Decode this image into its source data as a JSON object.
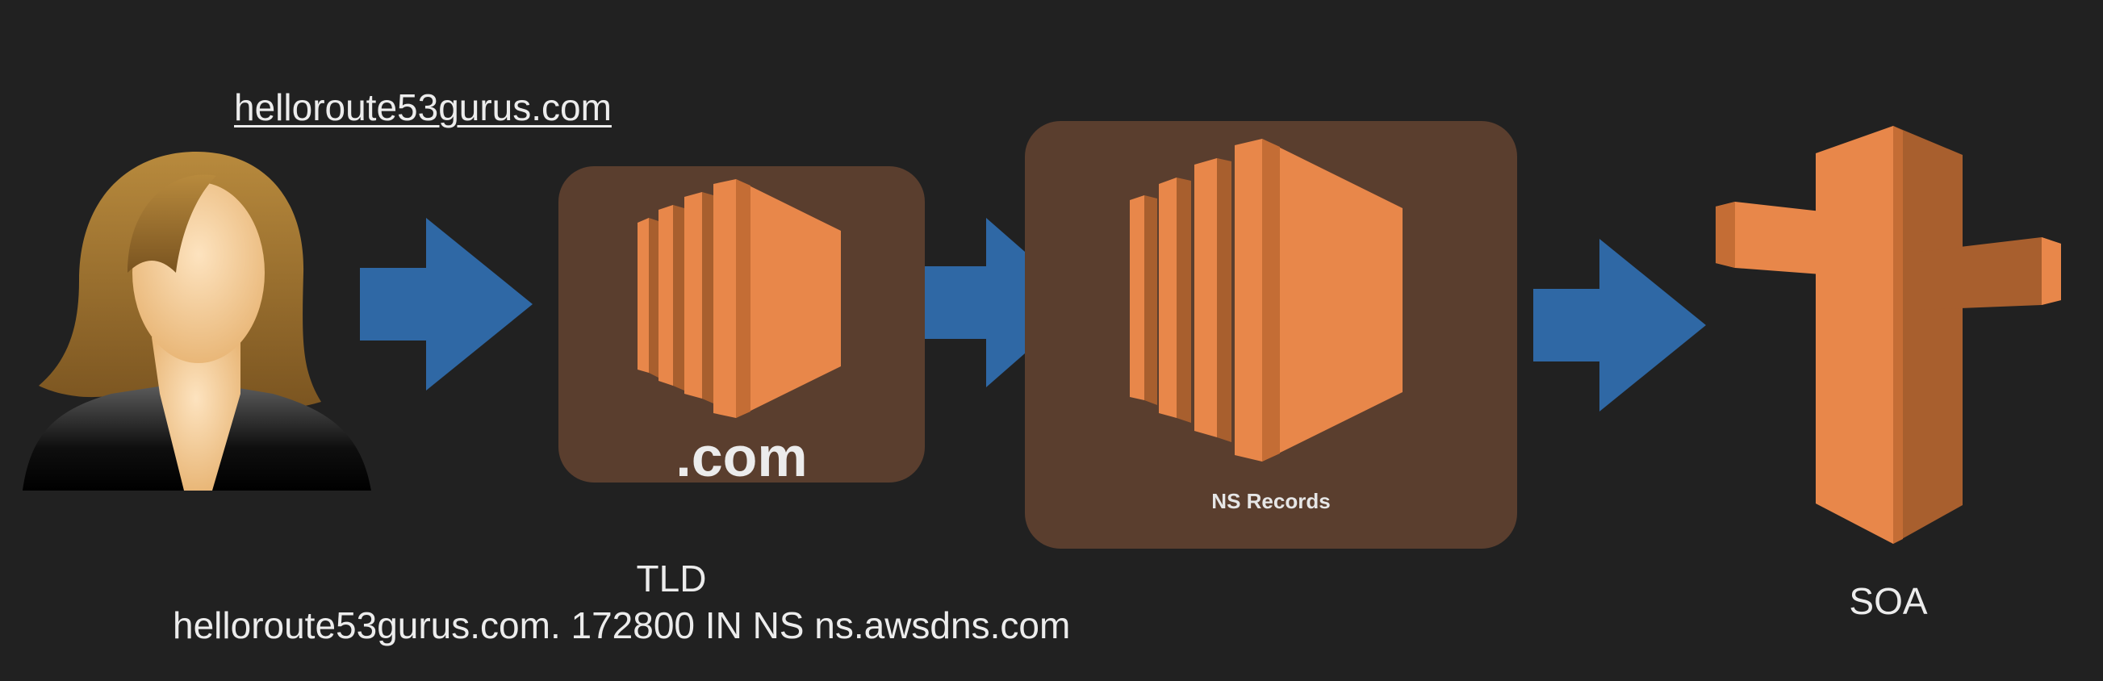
{
  "domain": "helloroute53gurus.com",
  "tld_box": {
    "label": ".com"
  },
  "ns_box": {
    "label": "NS Records"
  },
  "tld_caption": "TLD",
  "ns_record": "helloroute53gurus.com. 172800 IN NS ns.awsdns.com",
  "soa_caption": "SOA",
  "colors": {
    "background": "#212121",
    "arrow": "#2f68a5",
    "box": "#5a3e2e",
    "aws_orange": "#e8874a",
    "aws_orange_dark": "#a85f2e",
    "aws_orange_mid": "#c46d35"
  }
}
